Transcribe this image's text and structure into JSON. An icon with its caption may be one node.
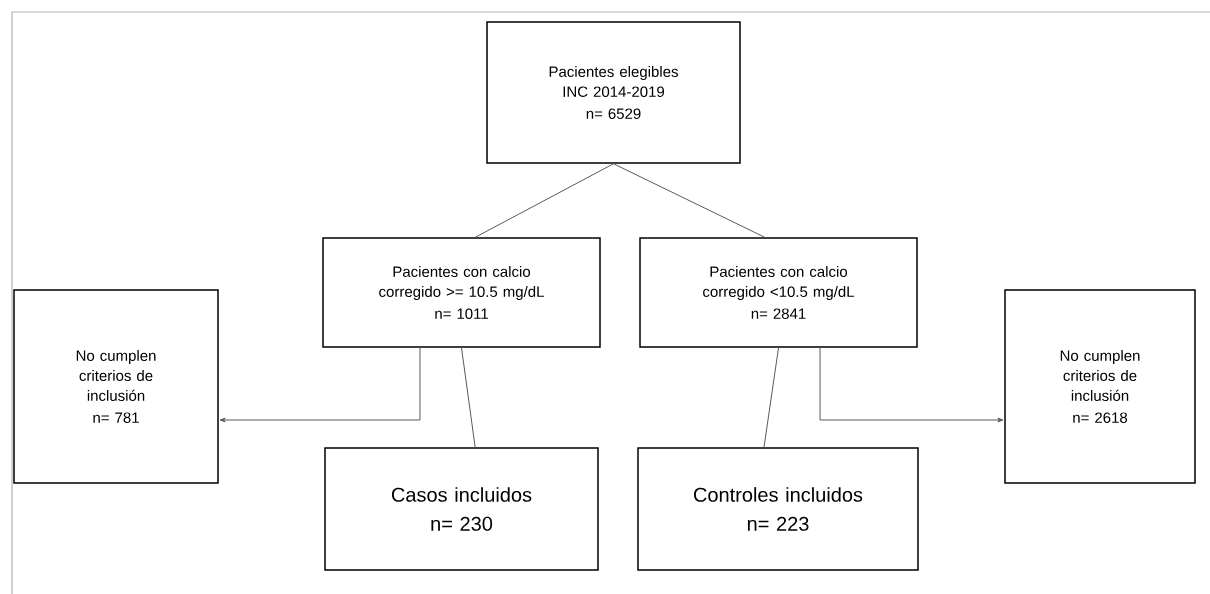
{
  "diagram": {
    "nodes": [
      {
        "text": [
          "Pacientes elegibles INC 2014-2019",
          "n= 6529"
        ]
      },
      {
        "text": [
          "Pacientes con calcio corregido >= 10.5 mg/dL",
          "n= 1011"
        ]
      },
      {
        "text": [
          "Pacientes con calcio corregido <10.5 mg/dL",
          "n= 2841"
        ]
      },
      {
        "text": [
          "No cumplen criterios de inclusión",
          "n= 781"
        ]
      },
      {
        "text": [
          "Casos incluidos",
          "n= 230"
        ]
      },
      {
        "text": [
          "Controles incluidos",
          "n= 223"
        ]
      },
      {
        "text": [
          "No cumplen criterios de inclusión",
          "n= 2618"
        ]
      }
    ],
    "edges": [
      {
        "from": 0,
        "to": 1,
        "arrow": "none"
      },
      {
        "from": 0,
        "to": 2,
        "arrow": "none"
      },
      {
        "from": 1,
        "to": 4,
        "arrow": "none"
      },
      {
        "from": 1,
        "to": 3,
        "arrow": "to"
      },
      {
        "from": 2,
        "to": 5,
        "arrow": "none"
      },
      {
        "from": 2,
        "to": 6,
        "arrow": "to"
      }
    ]
  }
}
